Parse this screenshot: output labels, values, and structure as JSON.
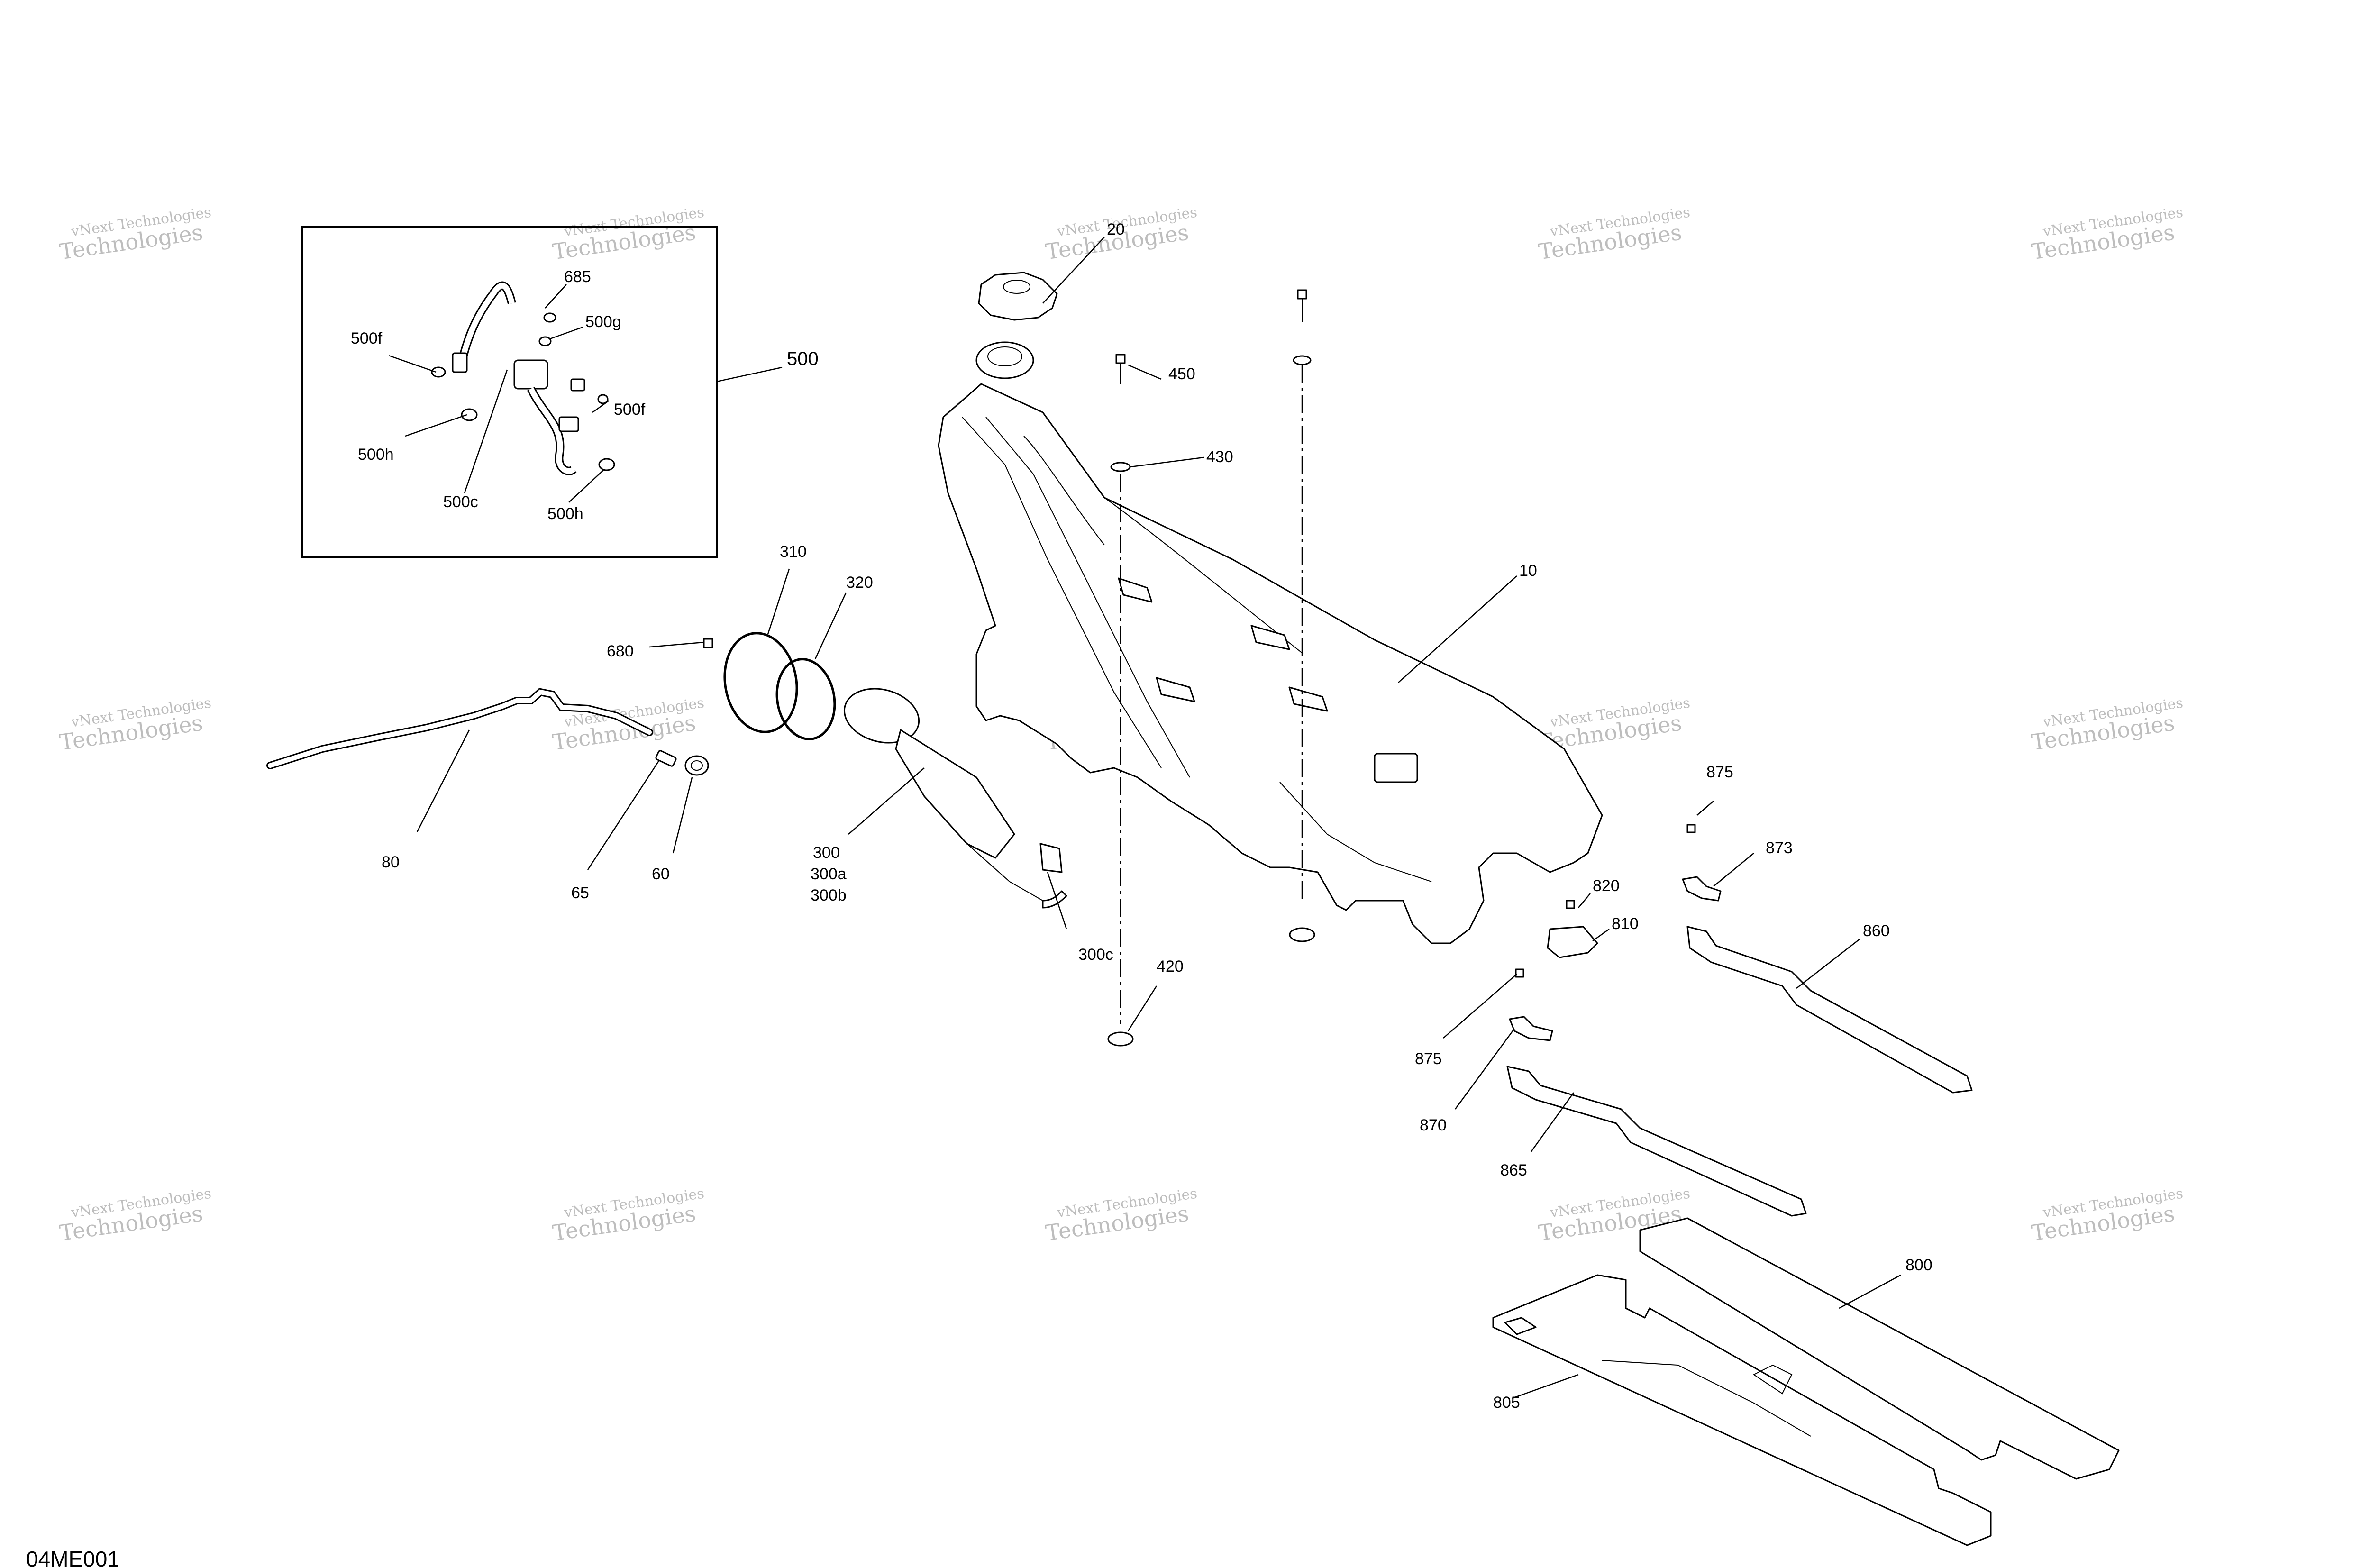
{
  "diagram": {
    "drawing_code": "04ME001",
    "watermark": {
      "line1": "vNext Technologies",
      "line2": "Technologies"
    },
    "callouts": {
      "c10": "10",
      "c20": "20",
      "c60": "60",
      "c65": "65",
      "c80": "80",
      "c300": "300",
      "c300a": "300a",
      "c300b": "300b",
      "c300c": "300c",
      "c310": "310",
      "c320": "320",
      "c420": "420",
      "c430": "430",
      "c450": "450",
      "c500": "500",
      "c500c": "500c",
      "c500f_left": "500f",
      "c500f_right": "500f",
      "c500g": "500g",
      "c500h_left": "500h",
      "c500h_right": "500h",
      "c680": "680",
      "c685": "685",
      "c800": "800",
      "c805": "805",
      "c810": "810",
      "c820": "820",
      "c860": "860",
      "c865": "865",
      "c870": "870",
      "c873": "873",
      "c875_right": "875",
      "c875_left": "875"
    }
  }
}
